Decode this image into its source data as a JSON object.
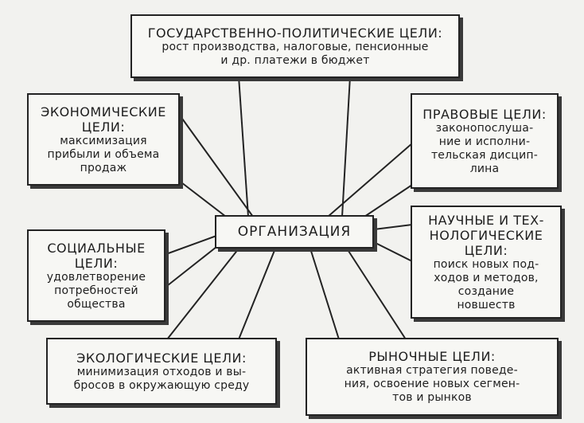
{
  "diagram": {
    "center": {
      "title": "ОРГАНИЗАЦИЯ"
    },
    "goals": [
      {
        "id": "gov",
        "title": "ГОСУДАРСТВЕННО-ПОЛИТИЧЕСКИЕ ЦЕЛИ:",
        "description": "рост производства, налоговые, пенсионные\nи др. платежи в бюджет"
      },
      {
        "id": "eco",
        "title": "ЭКОНОМИЧЕСКИЕ\nЦЕЛИ:",
        "description": "максимизация\nприбыли и объема\nпродаж"
      },
      {
        "id": "law",
        "title": "ПРАВОВЫЕ ЦЕЛИ:",
        "description": "законопослуша-\nние и исполни-\nтельская дисцип-\nлина"
      },
      {
        "id": "sci",
        "title": "НАУЧНЫЕ И ТЕХ-\nНОЛОГИЧЕСКИЕ\nЦЕЛИ:",
        "description": "поиск новых под-\nходов и методов,\nсоздание\nновшеств"
      },
      {
        "id": "soc",
        "title": "СОЦИАЛЬНЫЕ\nЦЕЛИ:",
        "description": "удовлетворение\nпотребностей\nобщества"
      },
      {
        "id": "env",
        "title": "ЭКОЛОГИЧЕСКИЕ ЦЕЛИ:",
        "description": "минимизация отходов и вы-\nбросов в окружающую среду"
      },
      {
        "id": "mkt",
        "title": "РЫНОЧНЫЕ ЦЕЛИ:",
        "description": "активная стратегия поведе-\nния, освоение новых сегмен-\nтов и рынков"
      }
    ]
  }
}
